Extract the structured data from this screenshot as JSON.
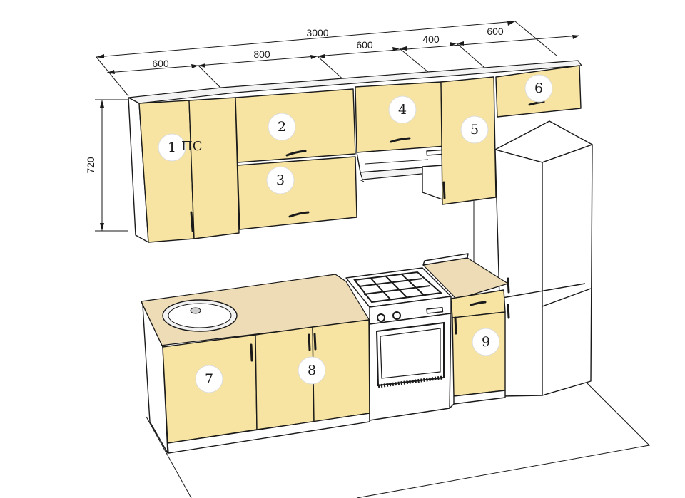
{
  "dimensions": {
    "total": "3000",
    "seg_1": "600",
    "seg_2": "800",
    "seg_3": "600",
    "seg_4": "400",
    "seg_5": "600",
    "height": "720"
  },
  "modules": {
    "m1": "1",
    "m1_note": "ПС",
    "m2": "2",
    "m3": "3",
    "m4": "4",
    "m5": "5",
    "m6": "6",
    "m7": "7",
    "m8": "8",
    "m9": "9"
  },
  "colors": {
    "facade": "#f7e4a2",
    "countertop": "#eedcb6",
    "outline": "#1a1a1a"
  }
}
